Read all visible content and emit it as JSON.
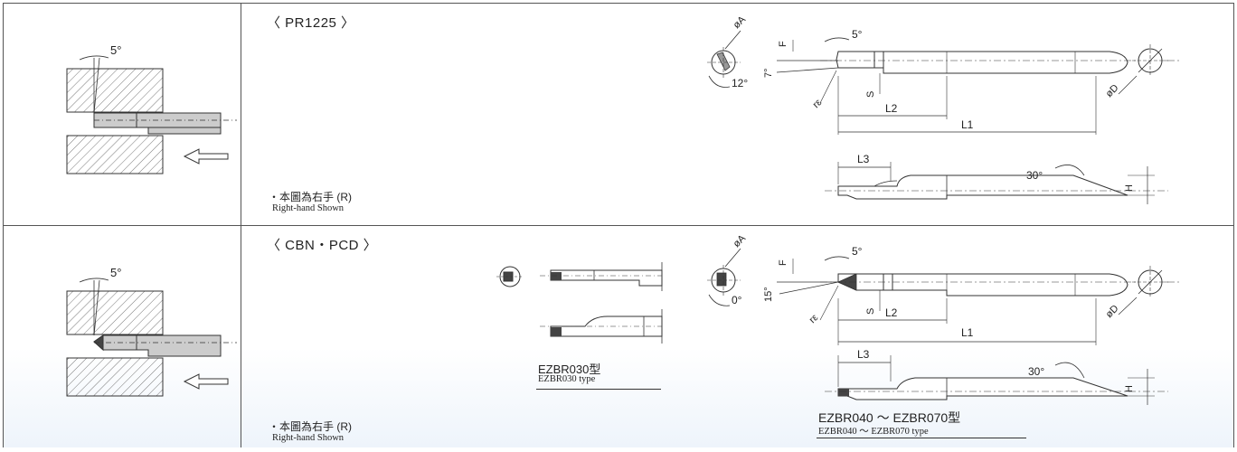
{
  "rows": [
    {
      "title": "〈 PR1225 〉",
      "note_cn": "・本圖為右手 (R)",
      "note_en": "Right-hand Shown",
      "labels": {
        "angle_left": "5°",
        "phiA": "øA",
        "F": "F",
        "angle_top": "5°",
        "seven": "7°",
        "twelve": "12°",
        "S": "S",
        "re": "rε",
        "L2": "L2",
        "L1": "L1",
        "phiD": "øD",
        "L3": "L3",
        "thirty": "30°",
        "H": "H"
      }
    },
    {
      "title": "〈 CBN・PCD 〉",
      "note_cn": "・本圖為右手 (R)",
      "note_en": "Right-hand Shown",
      "type_small_cn": "EZBR030型",
      "type_small_en": "EZBR030 type",
      "type_large_cn": "EZBR040 ～ EZBR070型",
      "type_large_en": "EZBR040 ～ EZBR070 type",
      "labels": {
        "angle_left": "5°",
        "phiA": "øA",
        "F": "F",
        "angle_top": "5°",
        "fifteen": "15°",
        "zero": "0°",
        "S": "S",
        "re": "rε",
        "L2": "L2",
        "L1": "L1",
        "phiD": "øD",
        "L3": "L3",
        "thirty": "30°",
        "H": "H"
      }
    }
  ],
  "colors": {
    "line": "#333333",
    "tool_fill": "#c9c9c9",
    "hatch": "#555555",
    "cbn_tip": "#444444"
  }
}
